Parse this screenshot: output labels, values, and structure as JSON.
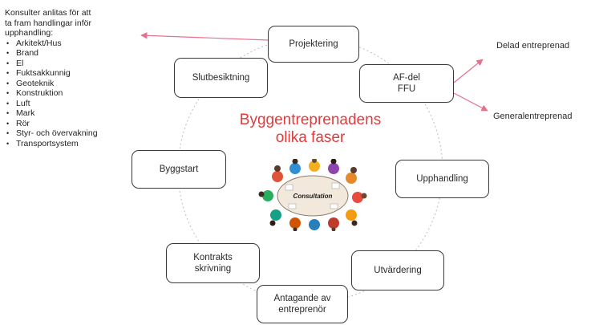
{
  "left_note": {
    "lines": [
      "Konsulter anlitas för att",
      "ta fram handlingar inför",
      "upphandling:"
    ],
    "items": [
      "Arkitekt/Hus",
      "Brand",
      "El",
      "Fuktsakkunnig",
      "Geoteknik",
      "Konstruktion",
      "Luft",
      "Mark",
      "Rör",
      "Styr- och övervakning",
      "Transportsystem"
    ]
  },
  "title": [
    "Byggentreprenadens",
    "olika faser"
  ],
  "illustration": {
    "label": "Consultation"
  },
  "phases": {
    "projektering": [
      "Projektering"
    ],
    "af_del": [
      "AF-del",
      "FFU"
    ],
    "upphandling": [
      "Upphandling"
    ],
    "utvardering": [
      "Utvärdering"
    ],
    "antagande": [
      "Antagande av",
      "entreprenör"
    ],
    "kontrakts": [
      "Kontrakts",
      "skrivning"
    ],
    "byggstart": [
      "Byggstart"
    ],
    "slutbesiktning": [
      "Slutbesiktning"
    ]
  },
  "outcomes": [
    "Delad entreprenad",
    "Generalentreprenad"
  ],
  "colors": {
    "accent": "#e23b3b",
    "arrow": "#e8708f",
    "ring": "#bdbdbd",
    "box_border": "#3a3a3a"
  }
}
